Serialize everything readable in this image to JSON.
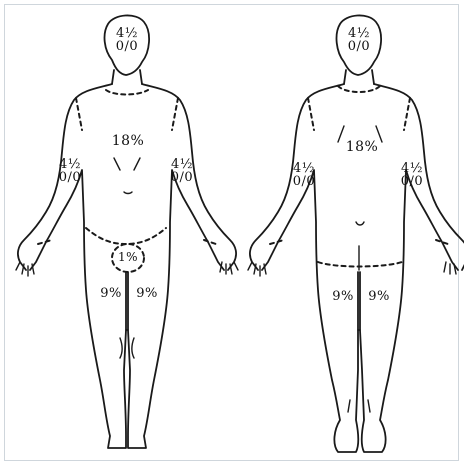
{
  "front": {
    "head_whole": "4",
    "head_frac": "½",
    "head_pct": "0/0",
    "trunk": "18%",
    "left_arm_whole": "4",
    "left_arm_frac": "½",
    "left_arm_pct": "0/0",
    "right_arm_whole": "4",
    "right_arm_frac": "½",
    "right_arm_pct": "0/0",
    "genital": "1%",
    "left_leg": "9%",
    "right_leg": "9%"
  },
  "back": {
    "head_whole": "4",
    "head_frac": "½",
    "head_pct": "0/0",
    "trunk": "18%",
    "left_arm_whole": "4",
    "left_arm_frac": "½",
    "left_arm_pct": "0/0",
    "right_arm_whole": "4",
    "right_arm_frac": "½",
    "right_arm_pct": "0/0",
    "left_leg": "9%",
    "right_leg": "9%"
  }
}
